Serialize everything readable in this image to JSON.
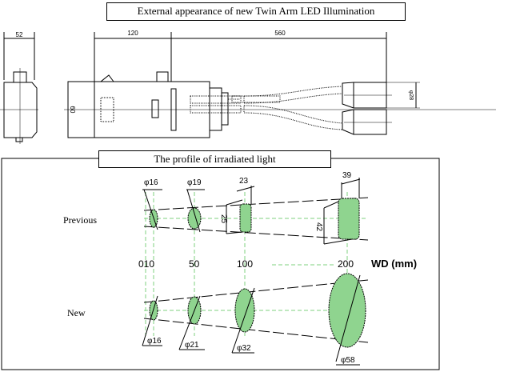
{
  "header": {
    "title": "External appearance of new Twin Arm LED Illumination"
  },
  "drawing": {
    "dimensions": {
      "side_width": "52",
      "body_length": "120",
      "cable_length": "560",
      "height": "60",
      "head_diameter": "φ28"
    }
  },
  "profile": {
    "title": "The profile of irradiated light",
    "rows": {
      "previous": "Previous",
      "new": "New"
    },
    "axis": {
      "ticks": [
        "010",
        "50",
        "100",
        "200"
      ],
      "label": "WD (mm)"
    },
    "previous_labels": [
      "φ16",
      "φ19",
      "23",
      "25",
      "39",
      "42"
    ],
    "new_labels": [
      "φ16",
      "φ21",
      "φ32",
      "φ58"
    ],
    "colors": {
      "spot_fill": "#8fd48f",
      "guide": "#7fd07f"
    }
  }
}
